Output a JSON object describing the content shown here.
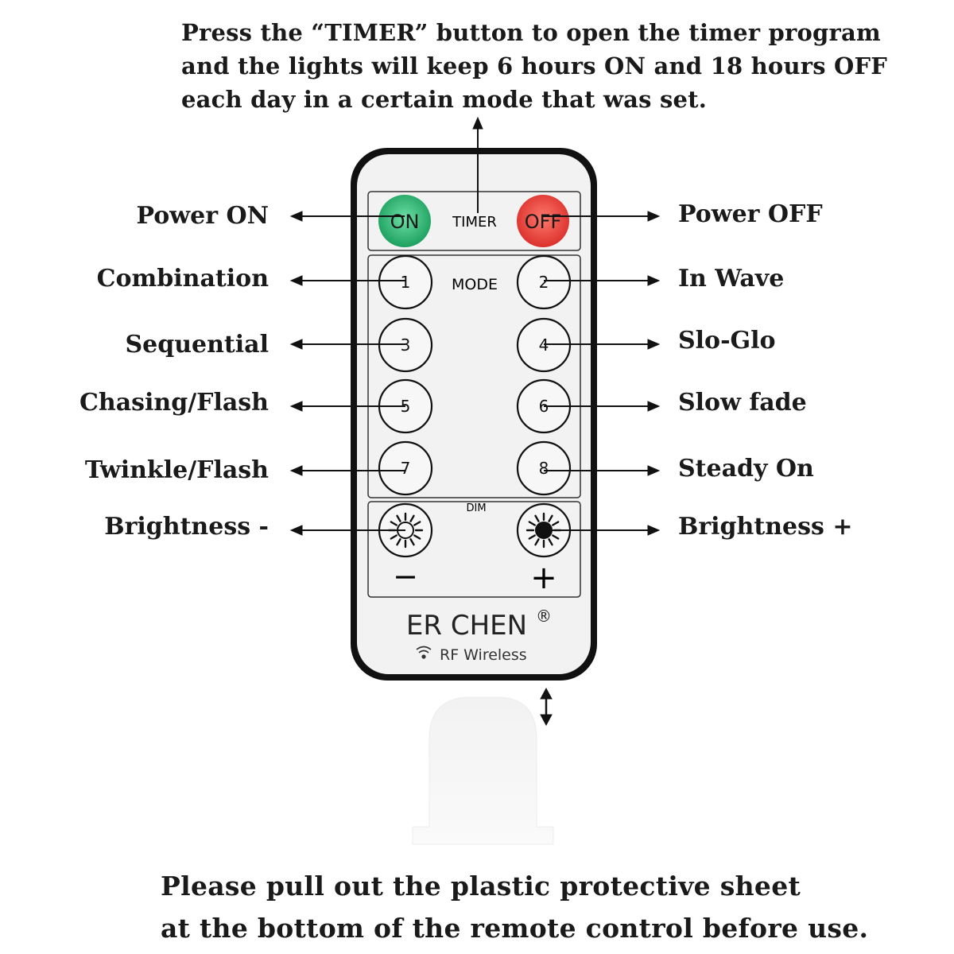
{
  "notes": {
    "timer": [
      "Press the “TIMER” button to open the timer program",
      "and the lights will keep 6 hours ON and 18 hours OFF",
      "each day in a certain mode that was set."
    ],
    "bottom": [
      "Please pull out the plastic protective sheet",
      "at the bottom of the remote control before use."
    ]
  },
  "labels": {
    "power_on": "Power ON",
    "power_off": "Power OFF",
    "combination": "Combination",
    "in_wave": "In Wave",
    "sequential": "Sequential",
    "slo_glo": "Slo-Glo",
    "chasing_flash": "Chasing/Flash",
    "slow_fade": "Slow fade",
    "twinkle_flash": "Twinkle/Flash",
    "steady_on": "Steady On",
    "brightness_minus": "Brightness -",
    "brightness_plus": "Brightness +"
  },
  "remote": {
    "on_label": "ON",
    "off_label": "OFF",
    "timer_label": "TIMER",
    "mode_label": "MODE",
    "dim_label": "DIM",
    "minus_sign": "−",
    "plus_sign": "+",
    "buttons": [
      "1",
      "2",
      "3",
      "4",
      "5",
      "6",
      "7",
      "8"
    ],
    "brand": "ER CHEN",
    "registered": "®",
    "wireless": "RF Wireless",
    "on_color": "#1fa463",
    "off_color": "#e53935"
  },
  "icons": {
    "arrow": "arrow-icon",
    "double_arrow": "double-arrow-icon",
    "sun_outline": "sun-outline-icon",
    "sun_filled": "sun-filled-icon",
    "wifi": "wifi-icon"
  }
}
